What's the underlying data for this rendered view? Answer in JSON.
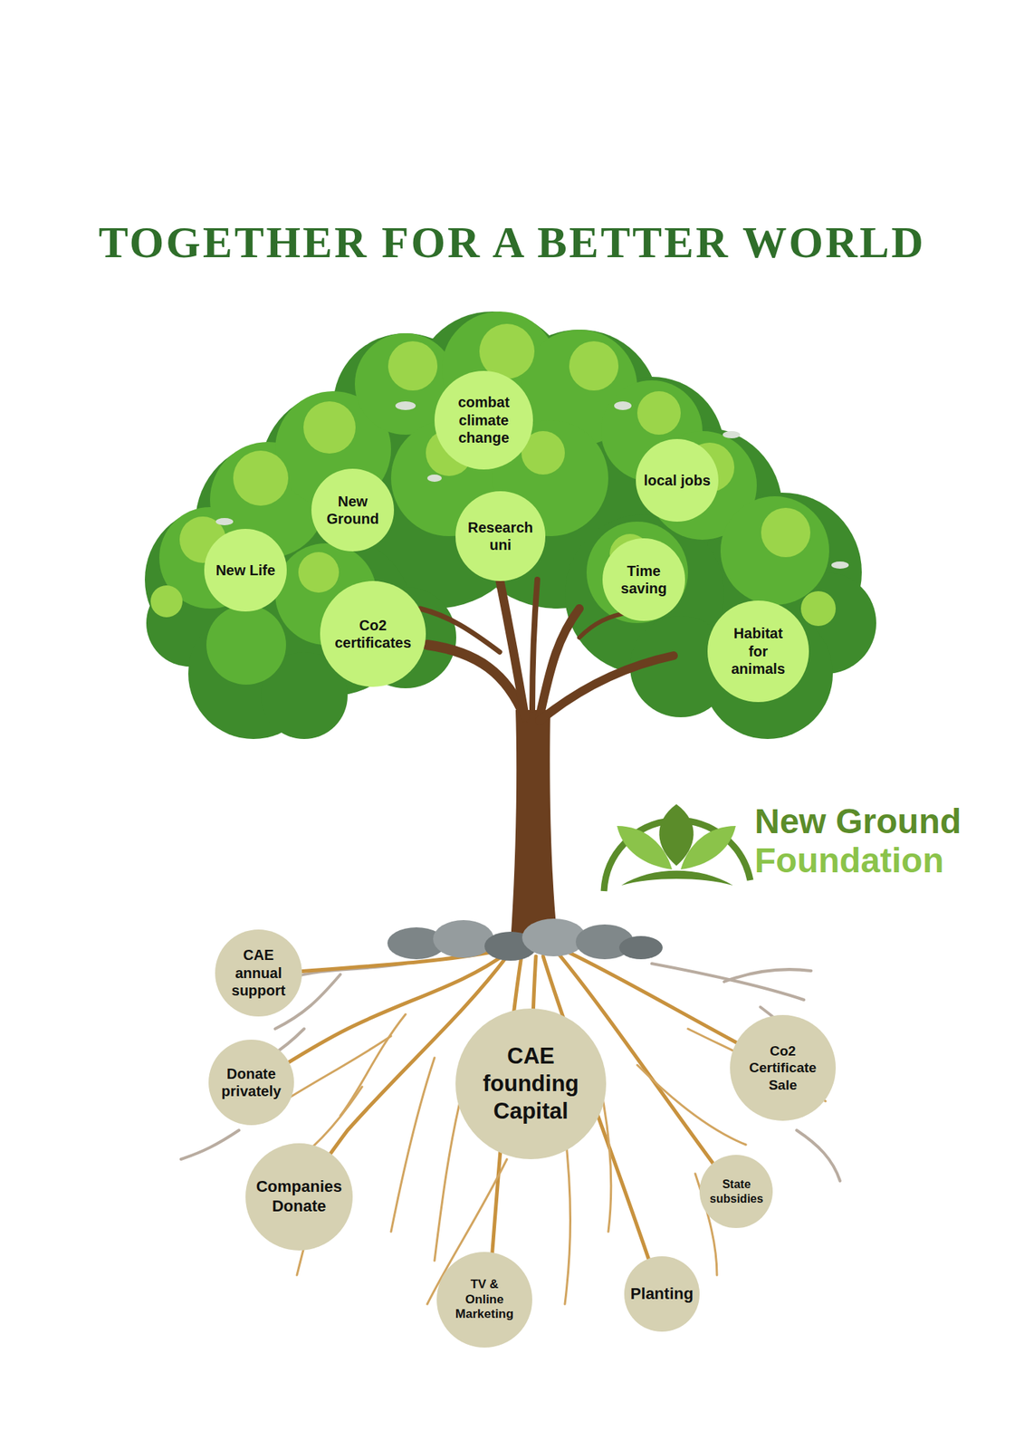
{
  "diagram": {
    "title": "TOGETHER FOR A BETTER WORLD",
    "nodes": [
      {
        "text": [
          "combat climate change"
        ]
      },
      {
        "text": [
          "local jobs"
        ]
      },
      {
        "text": [
          "New Ground"
        ]
      },
      {
        "text": [
          "Research uni"
        ]
      },
      {
        "text": [
          "New Life"
        ]
      },
      {
        "text": [
          "Time saving"
        ]
      },
      {
        "text": [
          "Co2 certificates"
        ]
      },
      {
        "text": [
          "Habitat for animals"
        ]
      },
      {
        "text": [
          "CAE annual support"
        ]
      },
      {
        "text": [
          "CAE founding Capital"
        ]
      },
      {
        "text": [
          "Co2 Certificate Sale"
        ]
      },
      {
        "text": [
          "Donate privately"
        ]
      },
      {
        "text": [
          "Companies Donate"
        ]
      },
      {
        "text": [
          "State subsidies"
        ]
      },
      {
        "text": [
          "TV & Online Marketing"
        ]
      },
      {
        "text": [
          "Planting"
        ]
      }
    ],
    "labels": [
      "New Ground",
      "Foundation"
    ]
  }
}
